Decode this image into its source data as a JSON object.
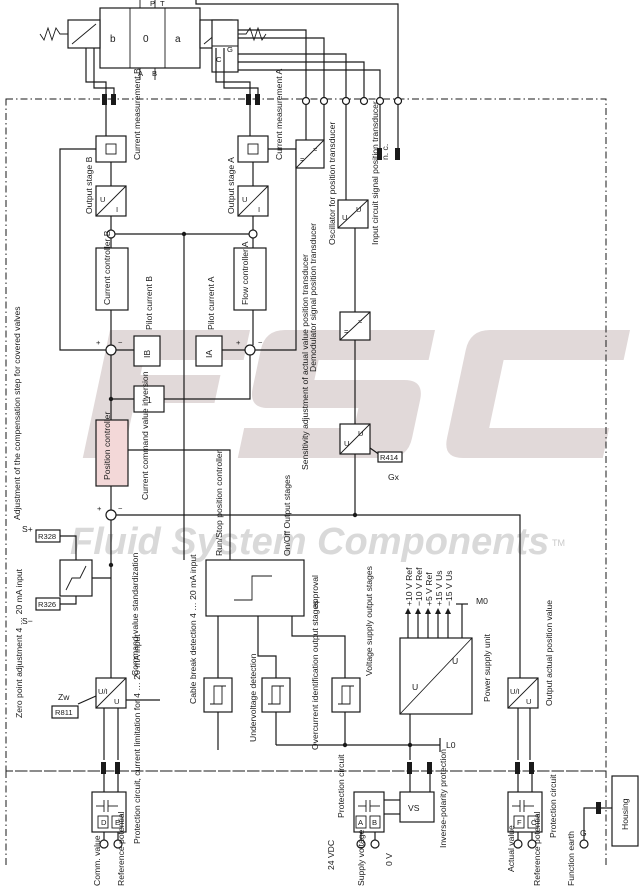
{
  "watermark": {
    "text": "Fluid System Components",
    "tm": "TM"
  },
  "valve": {
    "p": "P",
    "t": "T",
    "a": "A",
    "b": "B",
    "pos_b": "b",
    "pos_0": "0",
    "pos_a": "a",
    "c": "C",
    "g": "G"
  },
  "blocks": {
    "current_meas_b": "Current measurement B",
    "current_meas_a": "Current measurement A",
    "output_stage_b": "Output stage B",
    "output_stage_a": "Output stage A",
    "current_ctrl_b": "Current controller B",
    "flow_ctrl_a": "Flow controller A",
    "pilot_current_b": "Pilot current B",
    "pilot_current_a": "Pilot current A",
    "ib": "IB",
    "ia": "IA",
    "minus_one": "−1",
    "position_controller": "Position controller",
    "current_cmd_inversion": "Current command value inversion",
    "oscillator": "Oscillator for position transducer",
    "nc": "n. c.",
    "input_circuit": "Input circuit signal position transducer",
    "demodulator": "Demodulator signal position transducer",
    "sensitivity": "Sensitivity adjustment of actual value position transducer",
    "adj_comp_step": "Adjustment of the compensation step for covered valves",
    "run_stop": "Run/Stop position controller",
    "on_off": "On/Off Output stages",
    "approval": "approval",
    "cmd_std": "Command value standardization",
    "zero_point": "Zero point adjustment 4 … 20 mA input",
    "cable_break": "Cable break detection 4 … 20 mA input",
    "undervoltage": "Undervoltage detection",
    "overcurrent": "Overcurrent identification output stages",
    "voltage_supply": "Voltage supply output stages",
    "power_supply": "Power supply unit",
    "output_actual": "Output actual position value",
    "protection_current": "Protection circuit, current limitation for 4 … 20 mA input",
    "protection_circuit": "Protection circuit",
    "inverse_polarity": "Inverse-polarity protection",
    "protection_circuit_2": "Protection circuit",
    "housing": "Housing"
  },
  "symbols": {
    "u": "U",
    "i": "I",
    "ui": "U/I",
    "vs": "VS",
    "eq": "=",
    "approx": "≈",
    "plus": "+",
    "minus": "−",
    "lo": "L0",
    "mo": "M0",
    "zw": "Zw",
    "gx": "Gx",
    "sp": "S+",
    "sm": "S−",
    "r_zw": "R811",
    "r_sp": "R328",
    "r_sm": "R326",
    "r_gx": "R414"
  },
  "supplies": [
    "+10 V Ref",
    "−10 V Ref",
    "+5 V Ref",
    "+15 V Us",
    "−15 V Us"
  ],
  "terminals": {
    "d": "D",
    "e": "E",
    "a": "A",
    "b": "B",
    "f": "F",
    "c": "C",
    "g": "G",
    "comm_value": "Comm. value",
    "ref_potential": "Reference potential",
    "v24": "24 VDC",
    "supply_voltage": "Supply voltage",
    "v0": "0 V",
    "actual_value": "Actual value",
    "ref_potential_2": "Reference potential",
    "function_earth": "Function earth"
  }
}
